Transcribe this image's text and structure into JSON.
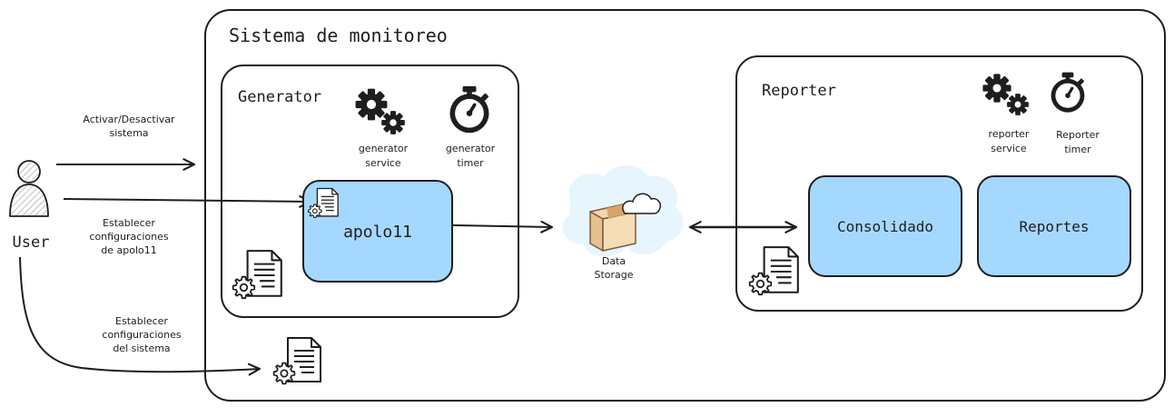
{
  "system": {
    "title": "Sistema de monitoreo"
  },
  "actor": {
    "label": "User"
  },
  "arrows": {
    "toggle": [
      "Activar/Desactivar",
      "sistema"
    ],
    "config_apolo": [
      "Establecer",
      "configuraciones",
      "de apolo11"
    ],
    "config_system": [
      "Establecer",
      "configuraciones",
      "del sistema"
    ]
  },
  "generator": {
    "title": "Generator",
    "service": [
      "generator",
      "service"
    ],
    "timer": [
      "generator",
      "timer"
    ],
    "app_label": "apolo11"
  },
  "storage": {
    "label": [
      "Data",
      "Storage"
    ]
  },
  "reporter": {
    "title": "Reporter",
    "service": [
      "reporter",
      "service"
    ],
    "timer": [
      "Reporter",
      "timer"
    ],
    "boxes": [
      "Consolidado",
      "Reportes"
    ]
  },
  "colors": {
    "stroke": "#1e1e1e",
    "fill_box": "#a5d8ff",
    "cloud": "#e7f5ff"
  },
  "icons": [
    "user-icon",
    "gear-icon",
    "stopwatch-icon",
    "config-file-icon",
    "package-icon",
    "cloud-icon"
  ]
}
